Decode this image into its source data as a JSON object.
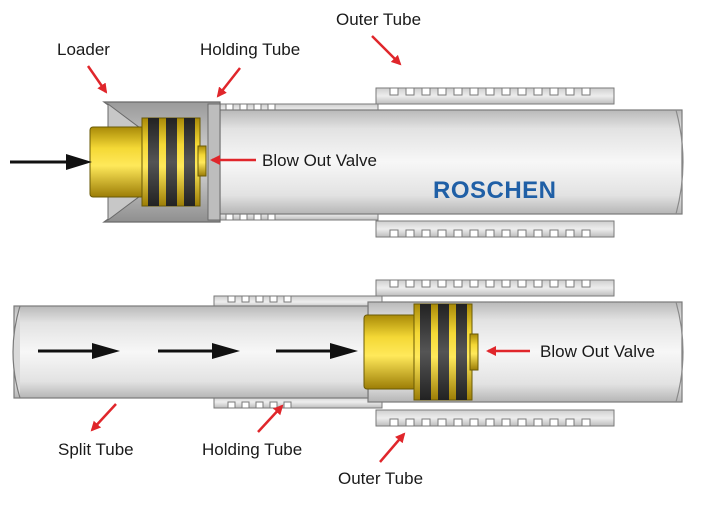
{
  "labels": {
    "outer_tube_top": "Outer Tube",
    "loader": "Loader",
    "holding_tube_top": "Holding Tube",
    "blow_out_valve_top": "Blow Out Valve",
    "brand": "ROSCHEN",
    "split_tube": "Split Tube",
    "holding_tube_bottom": "Holding Tube",
    "blow_out_valve_bottom": "Blow Out Valve",
    "outer_tube_bottom": "Outer Tube"
  },
  "colors": {
    "arrow_red": "#e0262b",
    "arrow_black": "#111111",
    "brand_blue": "#1f5fa6",
    "valve_gold": "#e6c21a",
    "seal_dark": "#3a3a3a",
    "tube_gray": "#d4d4d4",
    "tube_outline": "#7a7a7a"
  }
}
